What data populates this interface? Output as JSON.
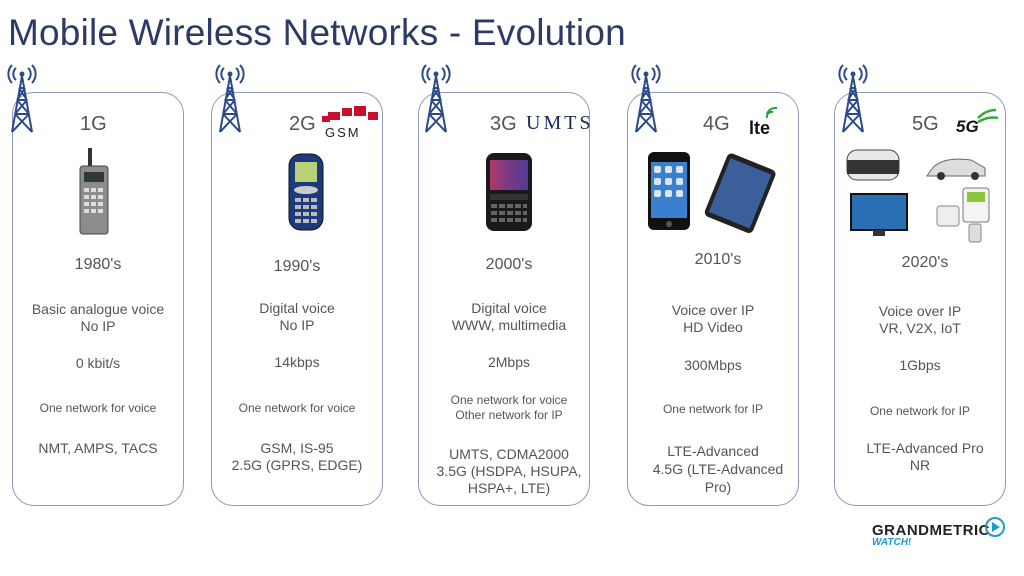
{
  "title": "Mobile Wireless Networks - Evolution",
  "colors": {
    "title": "#2b3a67",
    "border": "#8e99b8",
    "tower": "#2b4a8a"
  },
  "generations": [
    {
      "label": "1G",
      "era": "1980's",
      "services": [
        "Basic analogue voice",
        "No IP"
      ],
      "speed": "0 kbit/s",
      "network": [
        "One network for voice"
      ],
      "standards": [
        "NMT, AMPS, TACS"
      ],
      "device_icon": "brick-phone-icon"
    },
    {
      "label": "2G",
      "logo": "GSM",
      "era": "1990's",
      "services": [
        "Digital voice",
        "No IP"
      ],
      "speed": "14kbps",
      "network": [
        "One network for voice"
      ],
      "standards": [
        "GSM, IS-95",
        "2.5G (GPRS, EDGE)"
      ],
      "device_icon": "feature-phone-icon"
    },
    {
      "label": "3G",
      "logo": "UMTS",
      "era": "2000's",
      "services": [
        "Digital voice",
        "WWW, multimedia"
      ],
      "speed": "2Mbps",
      "network": [
        "One network for voice",
        "Other network for IP"
      ],
      "standards": [
        "UMTS, CDMA2000",
        "3.5G (HSDPA, HSUPA,",
        "HSPA+, LTE)"
      ],
      "device_icon": "qwerty-phone-icon"
    },
    {
      "label": "4G",
      "logo": "lte",
      "era": "2010's",
      "services": [
        "Voice over IP",
        "HD Video"
      ],
      "speed": "300Mbps",
      "network": [
        "One network for IP"
      ],
      "standards": [
        "LTE-Advanced",
        "4.5G (LTE-Advanced",
        "Pro)"
      ],
      "device_icon": "smartphone-tablet-icon"
    },
    {
      "label": "5G",
      "logo": "5G",
      "era": "2020's",
      "services": [
        "Voice over IP",
        "VR, V2X, IoT"
      ],
      "speed": "1Gbps",
      "network": [
        "One network for IP"
      ],
      "standards": [
        "LTE-Advanced Pro",
        "NR"
      ],
      "device_icon": "vr-car-iot-icon"
    }
  ],
  "brand": {
    "name": "GRANDMETRIC",
    "sub": "WATCH!"
  }
}
